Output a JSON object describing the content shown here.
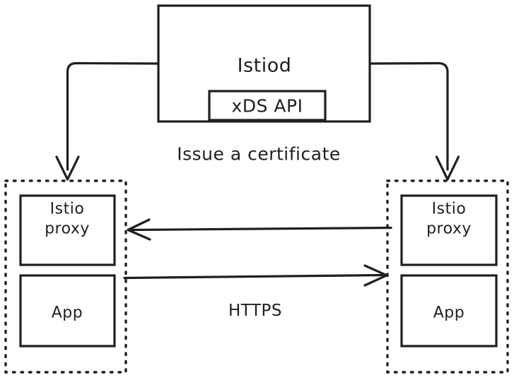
{
  "diagram": {
    "title_node": "Istiod",
    "api_node": "xDS API",
    "control_plane_edge_label": "Issue a certificate",
    "data_plane_edge_label": "HTTPS",
    "colors": {
      "stroke": "#1f1f1f",
      "background": "#ffffff",
      "fill": "#ffffff"
    },
    "workloads": [
      {
        "side": "left",
        "proxy": "Istio\nproxy",
        "proxy_line1": "Istio",
        "proxy_line2": "proxy",
        "app": "App"
      },
      {
        "side": "right",
        "proxy": "Istio\nproxy",
        "proxy_line1": "Istio",
        "proxy_line2": "proxy",
        "app": "App"
      }
    ],
    "edges": [
      {
        "from": "Istiod",
        "to": "left workload",
        "label": "Issue a certificate",
        "direction": "down"
      },
      {
        "from": "Istiod",
        "to": "right workload",
        "label": "Issue a certificate",
        "direction": "down"
      },
      {
        "from": "right Istio proxy",
        "to": "left Istio proxy",
        "label": "HTTPS",
        "direction": "left"
      },
      {
        "from": "left Istio proxy",
        "to": "right Istio proxy",
        "label": "HTTPS",
        "direction": "right"
      }
    ]
  }
}
